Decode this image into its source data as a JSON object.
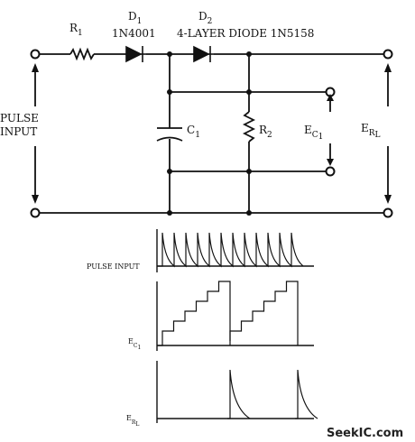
{
  "circuit": {
    "r1": {
      "main": "R",
      "sub": "1"
    },
    "d1": {
      "main": "D",
      "sub": "1",
      "part": "1N4001"
    },
    "d2": {
      "main": "D",
      "sub": "2",
      "part": "4-LAYER DIODE 1N5158"
    },
    "c1": {
      "main": "C",
      "sub": "1"
    },
    "r2": {
      "main": "R",
      "sub": "2"
    },
    "pulse_input": {
      "line1": "PULSE",
      "line2": "INPUT"
    },
    "ec1": {
      "main": "E",
      "sub1": "C",
      "sub2": "1"
    },
    "erl": {
      "main": "E",
      "sub1": "R",
      "sub2": "L"
    }
  },
  "waveforms": {
    "pulse_input_label": "PULSE INPUT",
    "ec1": {
      "main": "E",
      "sub1": "C",
      "sub2": "1"
    },
    "erl": {
      "main": "E",
      "sub1": "R",
      "sub2": "L"
    }
  },
  "watermark": "SeekIC.com"
}
